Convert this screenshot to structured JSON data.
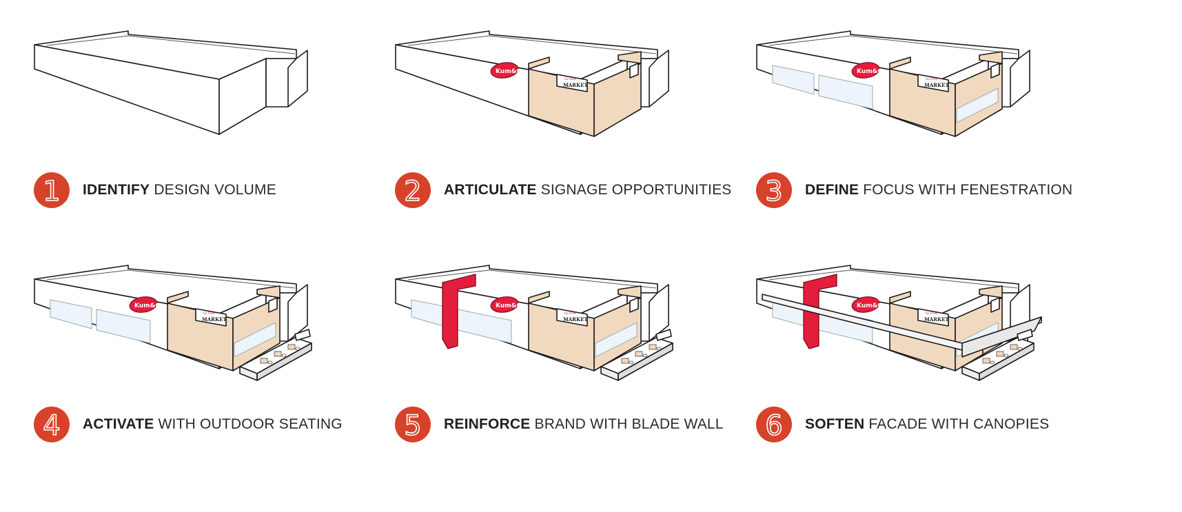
{
  "colors": {
    "accent": "#d6422a",
    "tan": "#f1d9c0",
    "glass": "#eef4fb",
    "blade": "#e31e3c",
    "outline": "#1a1a1a"
  },
  "steps": [
    {
      "number": "1",
      "keyword": "IDENTIFY",
      "rest": "DESIGN VOLUME"
    },
    {
      "number": "2",
      "keyword": "ARTICULATE",
      "rest": "SIGNAGE OPPORTUNITIES"
    },
    {
      "number": "3",
      "keyword": "DEFINE",
      "rest": "FOCUS WITH FENESTRATION"
    },
    {
      "number": "4",
      "keyword": "ACTIVATE",
      "rest": "WITH OUTDOOR SEATING"
    },
    {
      "number": "5",
      "keyword": "REINFORCE",
      "rest": "BRAND WITH BLADE WALL"
    },
    {
      "number": "6",
      "keyword": "SOFTEN",
      "rest": "FACADE WITH CANOPIES"
    }
  ],
  "signage": {
    "logo": "Kum&Go",
    "market_small": "Go Fresh",
    "market": "MARKET"
  }
}
